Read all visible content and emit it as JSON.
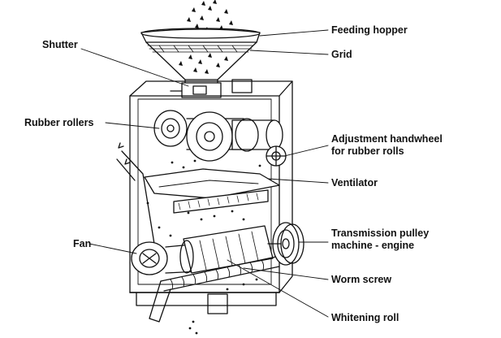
{
  "labels": {
    "feeding_hopper": "Feeding hopper",
    "grid": "Grid",
    "shutter": "Shutter",
    "rubber_rollers": "Rubber rollers",
    "adjustment_line1": "Adjustment handwheel",
    "adjustment_line2": "for rubber rolls",
    "ventilator": "Ventilator",
    "transmission_line1": "Transmission pulley",
    "transmission_line2": "machine - engine",
    "fan": "Fan",
    "worm_screw": "Worm screw",
    "whitening_roll": "Whitening roll"
  },
  "colors": {
    "ink": "#111111",
    "background": "#ffffff"
  }
}
